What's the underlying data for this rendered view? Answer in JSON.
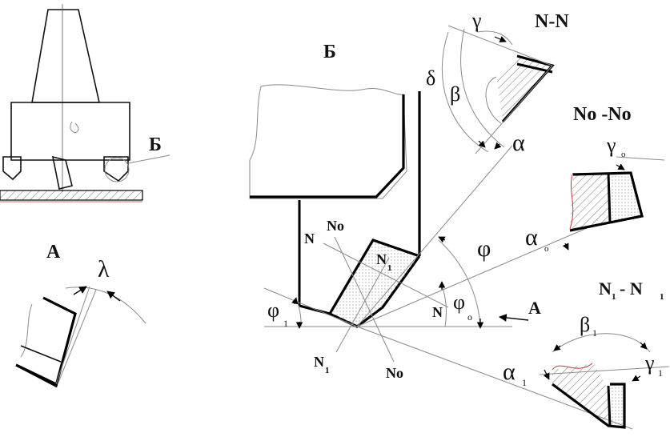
{
  "views": {
    "machine": {
      "callout": "Б"
    },
    "view_a": {
      "label": "А",
      "angle": "λ"
    },
    "main": {
      "title": "Б",
      "delta": "δ",
      "phi": "φ",
      "phi1": "φ",
      "phi1_sub": "1",
      "phio": "φ",
      "phio_sub": "о",
      "arrow_a": "А",
      "n_left": "N",
      "n_right": "N",
      "no_top": "No",
      "no_bottom": "No",
      "n1_top": "N",
      "n1_top_sub": "1",
      "n1_bottom": "N",
      "n1_bottom_sub": "1"
    },
    "section_nn": {
      "title": "N-N",
      "gamma": "γ",
      "beta": "β",
      "alpha": "α"
    },
    "section_nono": {
      "title": "No -No",
      "gamma": "γ",
      "gamma_sub": "о",
      "alpha": "α",
      "alpha_sub": "о"
    },
    "section_n1n1": {
      "title_a": "N",
      "title_a_sub": "1",
      "title_sep": "- N",
      "title_b_sub": "1",
      "beta": "β",
      "beta_sub": "1",
      "alpha": "α",
      "alpha_sub": "1",
      "gamma": "γ",
      "gamma_sub": "1"
    }
  }
}
